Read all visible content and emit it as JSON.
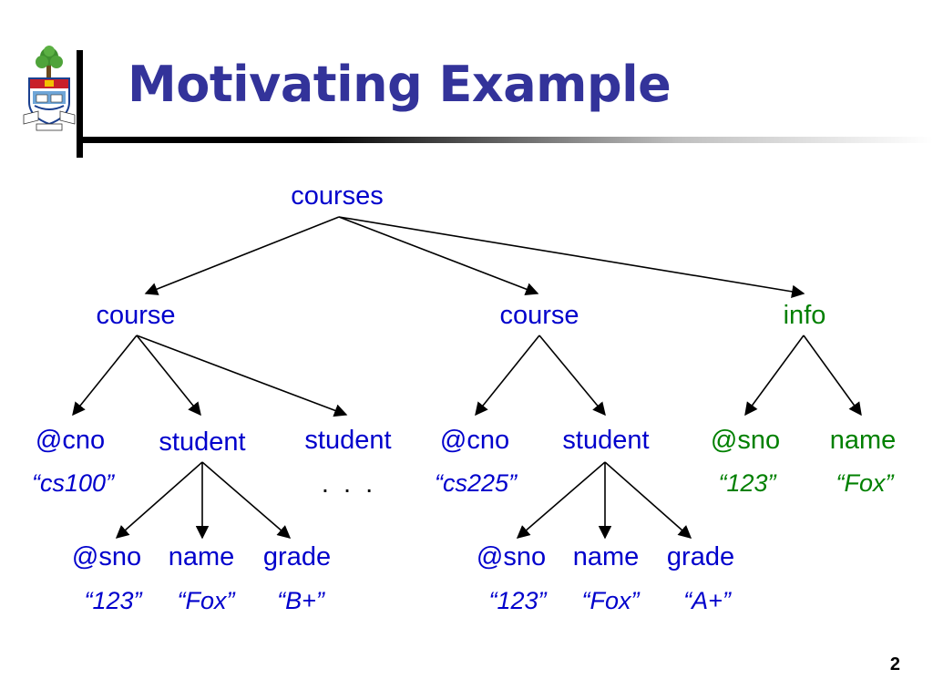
{
  "slide": {
    "title": "Motivating Example",
    "page_number": "2"
  },
  "tree": {
    "root": "courses",
    "course1": {
      "label": "course",
      "cno_label": "@cno",
      "cno_value": "“cs100”",
      "student1": {
        "label": "student",
        "sno_label": "@sno",
        "sno_value": "“123”",
        "name_label": "name",
        "name_value": "“Fox”",
        "grade_label": "grade",
        "grade_value": "“B+”"
      },
      "student2": {
        "label": "student",
        "ellipsis": ". . ."
      }
    },
    "course2": {
      "label": "course",
      "cno_label": "@cno",
      "cno_value": "“cs225”",
      "student": {
        "label": "student",
        "sno_label": "@sno",
        "sno_value": "“123”",
        "name_label": "name",
        "name_value": "“Fox”",
        "grade_label": "grade",
        "grade_value": "“A+”"
      }
    },
    "info": {
      "label": "info",
      "sno_label": "@sno",
      "sno_value": "“123”",
      "name_label": "name",
      "name_value": "“Fox”"
    }
  },
  "colors": {
    "title": "#33339a",
    "element_nodes": "#0000cc",
    "info_nodes": "#008000",
    "edges": "#000000"
  },
  "icons": {
    "logo": "university-crest-icon"
  }
}
